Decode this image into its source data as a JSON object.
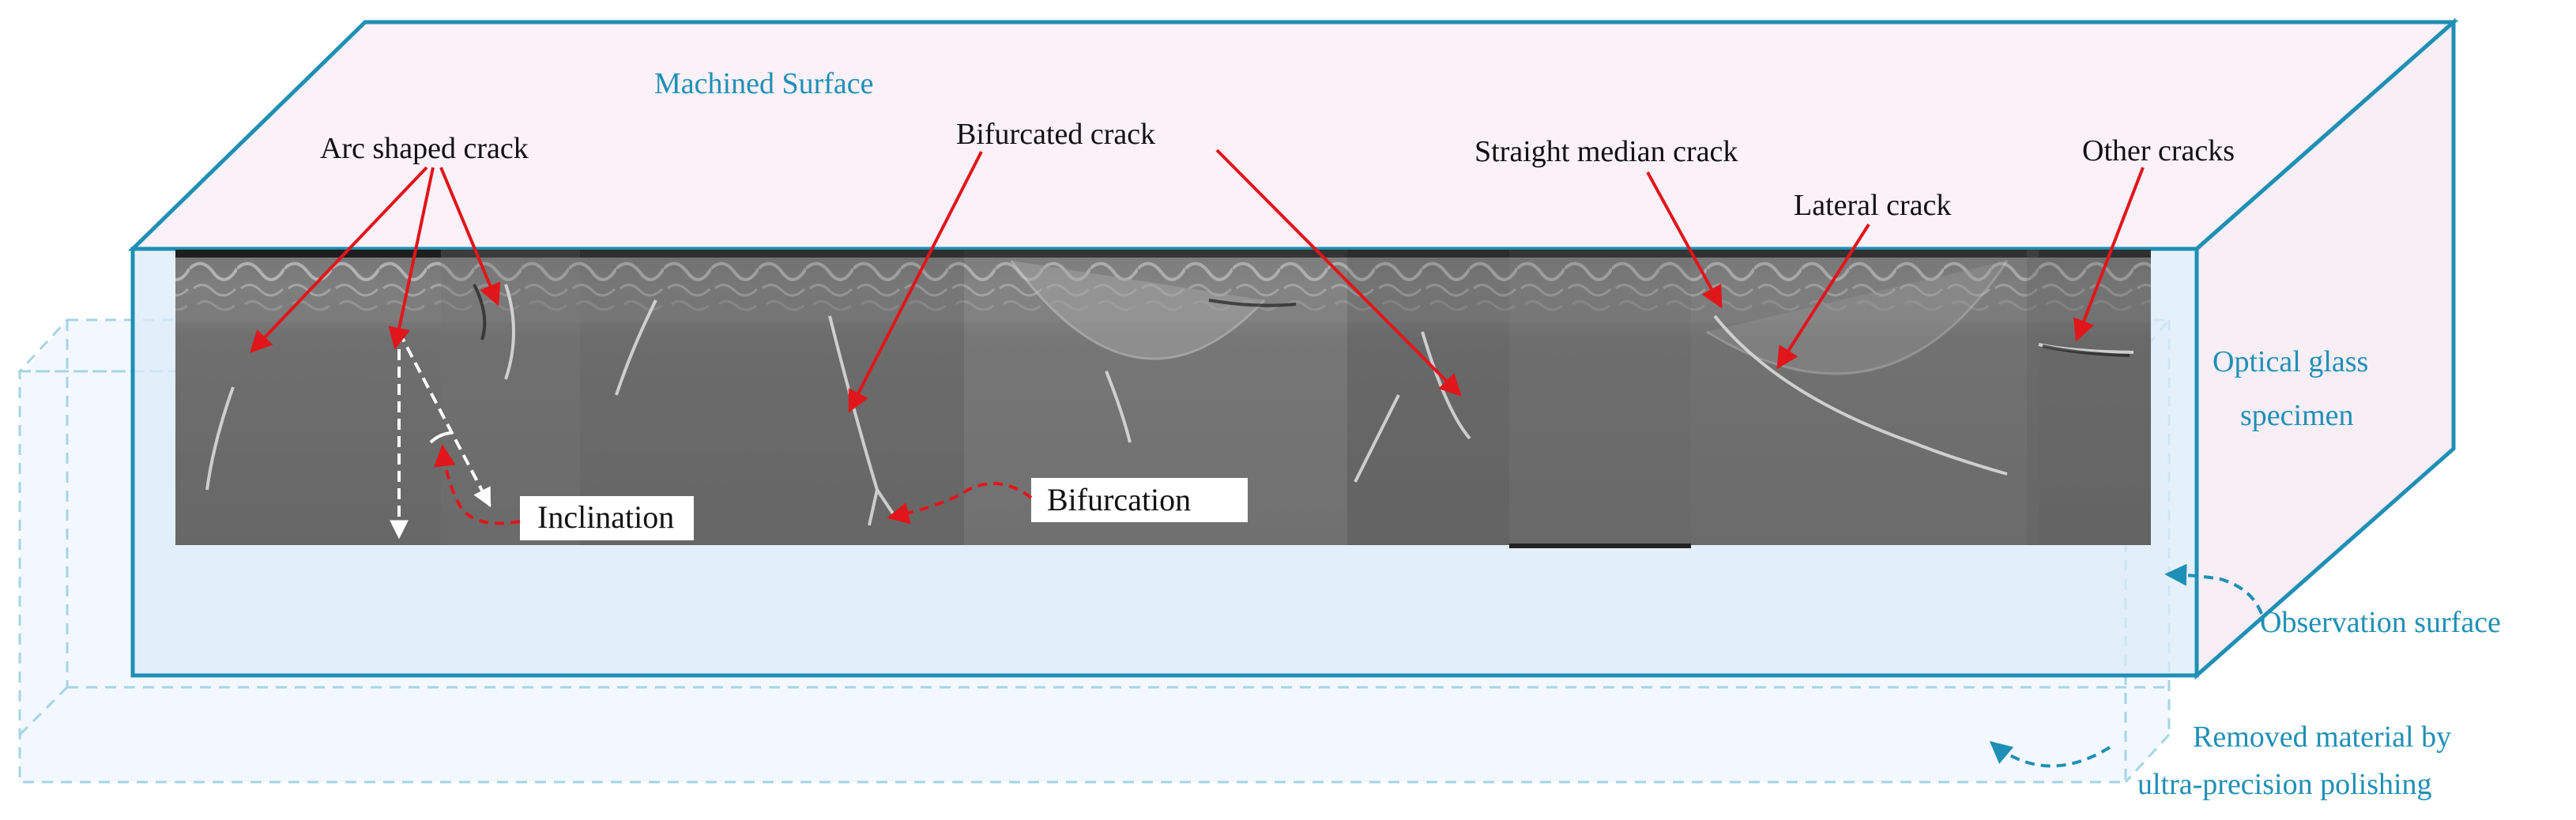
{
  "labels": {
    "machined_surface": "Machined Surface",
    "arc_shaped_crack": "Arc shaped crack",
    "bifurcated_crack": "Bifurcated crack",
    "straight_median_crack": "Straight median crack",
    "lateral_crack": "Lateral crack",
    "other_cracks": "Other cracks",
    "optical_glass_line1": "Optical glass",
    "optical_glass_line2": "specimen",
    "inclination": "Inclination",
    "bifurcation": "Bifurcation",
    "observation_surface": "Observation surface",
    "removed_material_line1": "Removed material by",
    "removed_material_line2": "ultra-precision polishing"
  },
  "colors": {
    "outline_blue": "#1f8fb5",
    "label_blue": "#1f8fb5",
    "arrow_red": "#e0161b",
    "top_face": "#fbf1f8",
    "side_face": "#f7eef6",
    "front_face": "#dcecf8",
    "sem_gray": "#6e6e6e"
  }
}
